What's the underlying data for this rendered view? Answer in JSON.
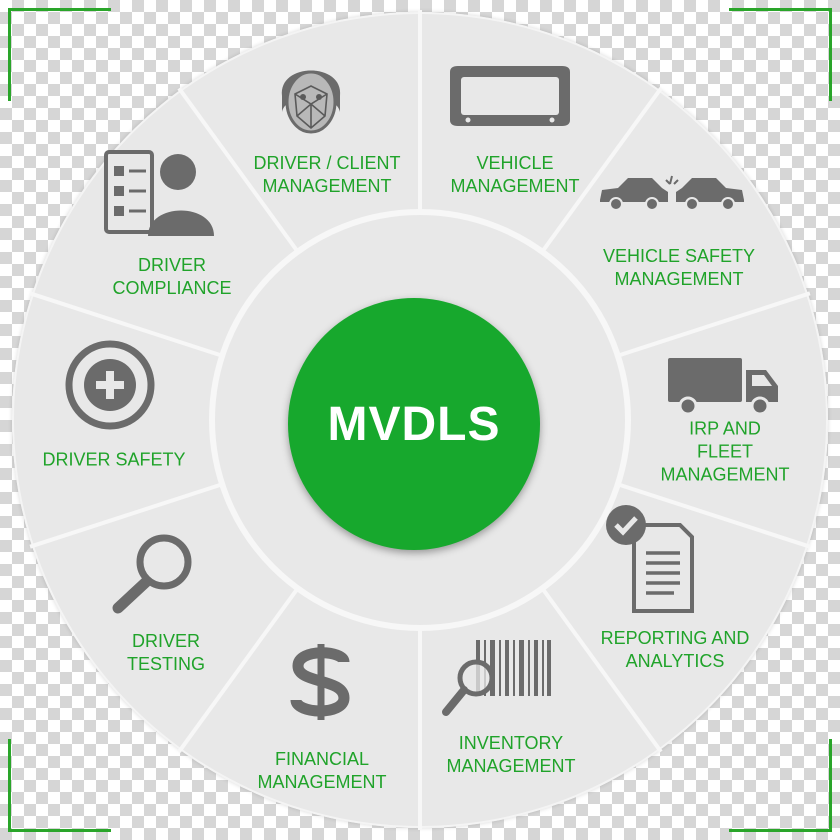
{
  "center": {
    "label": "MVDLS"
  },
  "segments": [
    {
      "label": "DRIVER / CLIENT\nMANAGEMENT",
      "icon": "face-recognition-icon"
    },
    {
      "label": "VEHICLE\nMANAGEMENT",
      "icon": "license-plate-icon"
    },
    {
      "label": "VEHICLE SAFETY\nMANAGEMENT",
      "icon": "car-collision-icon"
    },
    {
      "label": "IRP AND FLEET\nMANAGEMENT",
      "icon": "truck-icon"
    },
    {
      "label": "REPORTING AND\nANALYTICS",
      "icon": "checked-report-icon"
    },
    {
      "label": "INVENTORY\nMANAGEMENT",
      "icon": "barcode-search-icon"
    },
    {
      "label": "FINANCIAL\nMANAGEMENT",
      "icon": "dollar-icon"
    },
    {
      "label": "DRIVER\nTESTING",
      "icon": "magnifier-icon"
    },
    {
      "label": "DRIVER SAFETY",
      "icon": "plus-circle-icon"
    },
    {
      "label": "DRIVER\nCOMPLIANCE",
      "icon": "checklist-person-icon"
    }
  ],
  "colors": {
    "accent": "#17a82d",
    "label": "#20a32a",
    "ring": "#e8e8e8",
    "icon": "#6b6b6b"
  }
}
